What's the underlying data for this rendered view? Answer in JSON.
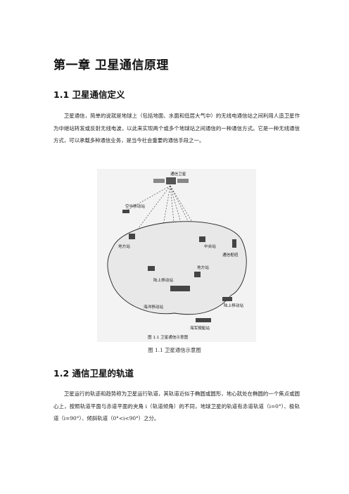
{
  "chapter_title": "第一章  卫星通信原理",
  "section1": {
    "title": "1.1  卫星通信定义",
    "paragraph": "卫星通信，简单的说就是地球上（包括地面、水面和低层大气中）的无线电通信站之间利用人造卫星作为中继站转发或反射无线电波，以此来实现两个或多个地球站之间通信的一种通信方式。它是一种无线通信方式，可以承载多种通信业务，是当今社会重要的通信手段之一。"
  },
  "figure": {
    "labels": {
      "satellite": "通信卫星",
      "air_mobile": "空中移动站",
      "ground_a": "地方站",
      "center": "中央站",
      "relay": "通信枢纽",
      "land_mobile_a": "陆上移动站",
      "ground_b": "地方站",
      "ocean": "海洋移动站",
      "land_mobile_b": "陆上移动站",
      "ship": "海军舰艇站",
      "inner_caption": "图 1.1  卫星通信示意图"
    },
    "caption": "图 1.1  卫星通信示意图"
  },
  "section2": {
    "title": "1.2  通信卫星的轨道",
    "paragraph": "卫星运行的轨迹和趋势称为卫星运行轨道，其轨道近似于椭圆或圆形，地心就处在椭圆的一个焦点或圆心上，按照轨道平面与赤道平面的夹角 i（轨道倾角）的不同，地球卫星的轨道有赤道轨道（i=0°）、极轨道（i=90°）、倾斜轨道（0°<i<90°）之分。"
  }
}
